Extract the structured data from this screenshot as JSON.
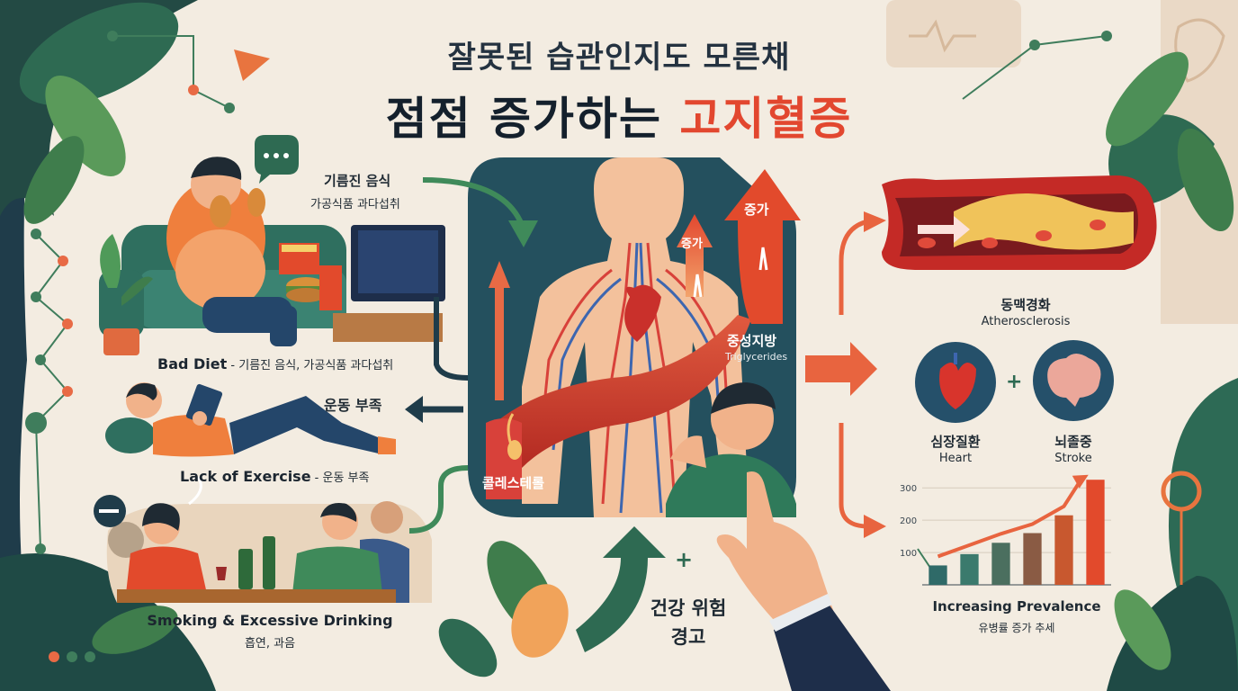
{
  "title": {
    "line1": "잘못된 습관인지도 모른채",
    "line2_prefix": "점점 증가하는 ",
    "line2_highlight": "고지혈증"
  },
  "causes": {
    "bad_diet": {
      "callout_line1": "기름진 음식",
      "callout_line2": "가공식품 과다섭취",
      "caption_en": "Bad Diet",
      "caption_kr": " - 기름진 음식, 가공식품 과다섭취"
    },
    "exercise": {
      "callout": "운동 부족",
      "caption_en": "Lack of Exercise",
      "caption_kr": " - 운동 부족"
    },
    "smoking": {
      "caption_en": "Smoking & Excessive Drinking",
      "caption_kr": "흡연, 과음"
    }
  },
  "center": {
    "arrow_small": "증가",
    "arrow_big": "증가",
    "triglycerides_kr": "중성지방",
    "triglycerides_en": "Triglycerides",
    "cholesterol": "콜레스테롤",
    "plus": "+",
    "warning_line1": "건강 위험",
    "warning_line2": "경고"
  },
  "outcomes": {
    "atherosclerosis_kr": "동맥경화",
    "atherosclerosis_en": "Atherosclerosis",
    "heart_kr": "심장질환",
    "heart_en": "Heart",
    "stroke_kr": "뇌졸중",
    "stroke_en": "Stroke",
    "plus": "+"
  },
  "chart_data": {
    "type": "bar",
    "title": "Increasing Prevalence",
    "subtitle": "유병률 증가 추세",
    "yticks": [
      "300",
      "200",
      "100"
    ],
    "ylim": [
      0,
      320
    ],
    "values": [
      60,
      95,
      130,
      160,
      215,
      325
    ],
    "trend_line": true,
    "colors": [
      "#2f6a68",
      "#3b7a6d",
      "#4b6f5f",
      "#8a5b44",
      "#c8582f",
      "#e24a2c"
    ]
  },
  "colors": {
    "accent_red": "#e2472f",
    "dark_green": "#1f4a45",
    "navy": "#1c2f44",
    "cream": "#f3ece1"
  }
}
